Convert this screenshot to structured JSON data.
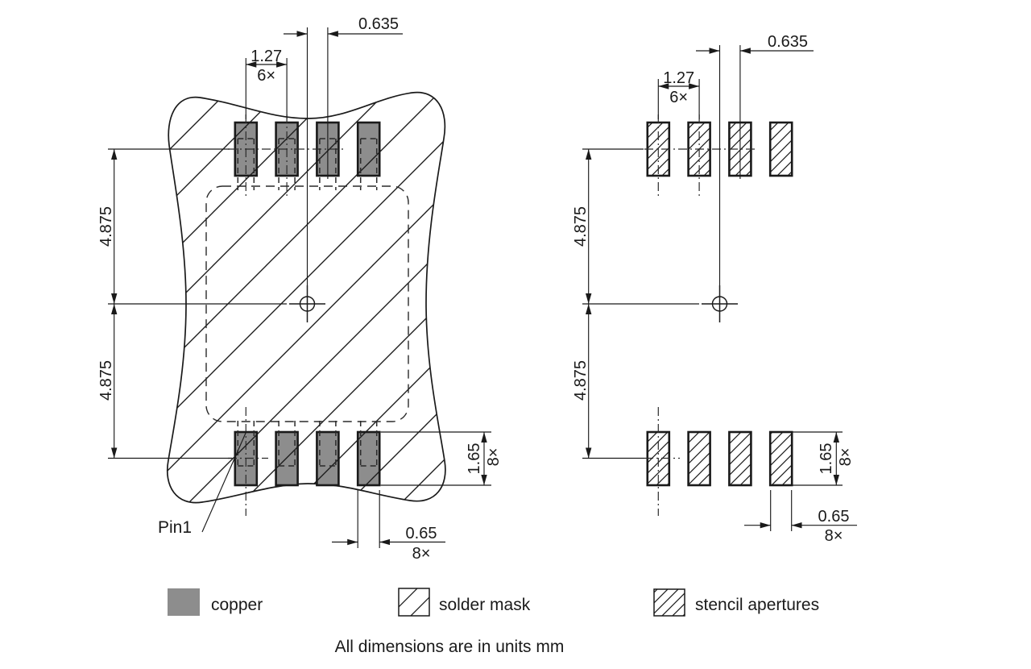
{
  "dims": {
    "center_offset": "0.635",
    "pitch": "1.27",
    "pitch_count": "6×",
    "row_spacing_upper": "4.875",
    "row_spacing_lower": "4.875",
    "pad_length": "1.65",
    "pad_length_count": "8×",
    "pad_width": "0.65",
    "pad_width_count": "8×"
  },
  "labels": {
    "pin1": "Pin1"
  },
  "legend": {
    "copper": "copper",
    "solder_mask": "solder mask",
    "stencil_apertures": "stencil apertures"
  },
  "footer": {
    "note": "All dimensions are in units mm"
  },
  "colors": {
    "copper_fill": "#8d8d8d",
    "line": "#1a1a1a",
    "background": "#ffffff"
  }
}
